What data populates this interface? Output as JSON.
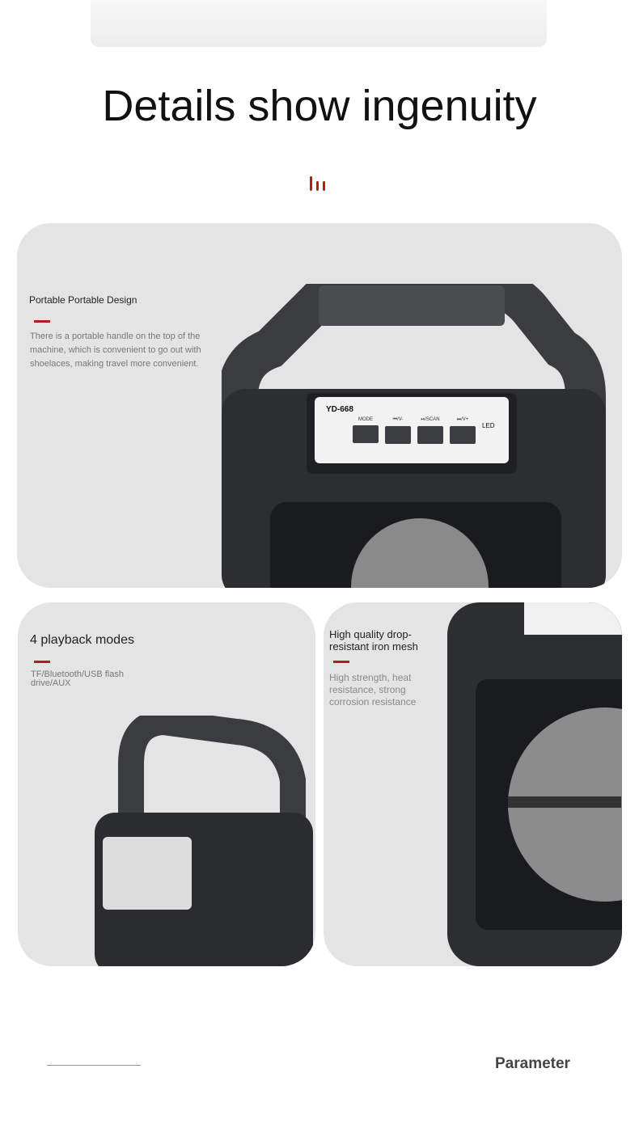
{
  "heading": "Details show ingenuity",
  "feature1": {
    "title": "Portable Portable Design",
    "desc": "There is a portable handle on the top of the machine, which is convenient to go out with shoelaces, making travel more convenient.",
    "model": "YD-668",
    "buttons": [
      "MODE",
      "⏮/V-",
      "⏯/SCAN",
      "⏭/V+"
    ],
    "led": "LED"
  },
  "feature2": {
    "title": "4 playback modes",
    "desc": "TF/Bluetooth/USB flash drive/AUX"
  },
  "feature3": {
    "title": "High quality drop-resistant iron mesh",
    "desc": "High strength, heat resistance, strong corrosion resistance"
  },
  "footer": {
    "label": "Parameter"
  },
  "colors": {
    "accent": "#b01e1e",
    "panel": "#e4e4e4"
  }
}
